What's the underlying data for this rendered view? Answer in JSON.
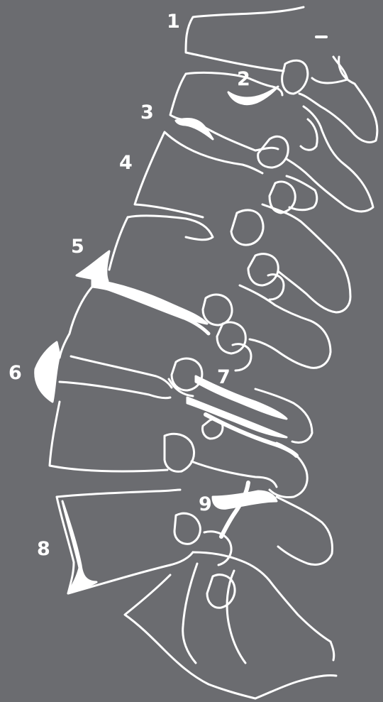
{
  "colors": {
    "background": "#6b6c70",
    "line": "#ffffff"
  },
  "labels": [
    "1",
    "2",
    "3",
    "4",
    "5",
    "6",
    "7",
    "8",
    "9"
  ]
}
